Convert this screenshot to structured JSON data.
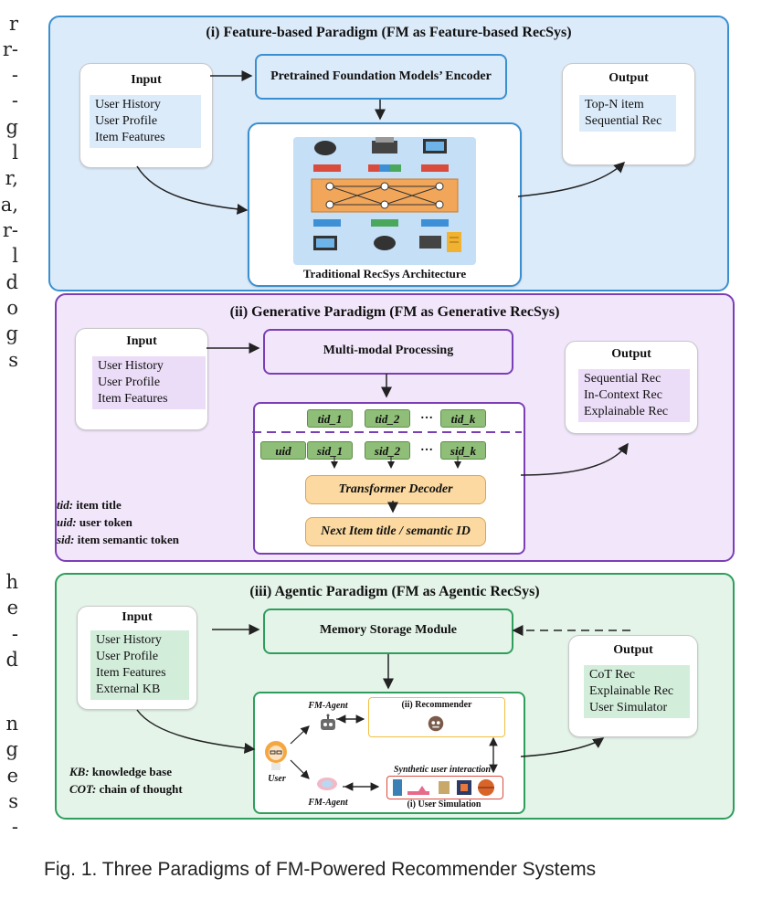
{
  "left_fragments": [
    "r",
    "r-",
    "-",
    "-",
    "g",
    "l",
    "r,",
    "a,",
    "r-",
    "l",
    "d",
    "o",
    "g",
    "s",
    "h",
    "e",
    "-",
    "d",
    "n",
    "g",
    "e",
    "s",
    "-"
  ],
  "panel1": {
    "title": "(i) Feature-based Paradigm (FM as Feature-based RecSys)",
    "input_title": "Input",
    "input_items": [
      "User History",
      "User Profile",
      "Item Features"
    ],
    "encoder_label": "Pretrained Foundation Models’ Encoder",
    "arch_label": "Traditional RecSys Architecture",
    "output_title": "Output",
    "output_items": [
      "Top-N item",
      "Sequential Rec"
    ]
  },
  "panel2": {
    "title": "(ii) Generative Paradigm (FM as Generative RecSys)",
    "input_title": "Input",
    "input_items": [
      "User History",
      "User Profile",
      "Item Features"
    ],
    "processing_label": "Multi-modal Processing",
    "tid_tokens": [
      "tid_1",
      "tid_2",
      "tid_k"
    ],
    "sid_tokens": [
      "uid",
      "sid_1",
      "sid_2",
      "sid_k"
    ],
    "ellipsis": "…",
    "decoder_label": "Transformer Decoder",
    "next_item_label": "Next Item title / semantic ID",
    "output_title": "Output",
    "output_items": [
      "Sequential Rec",
      "In-Context Rec",
      "Explainable Rec"
    ],
    "legend": [
      {
        "key": "tid:",
        "text": "item title"
      },
      {
        "key": "uid:",
        "text": "user token"
      },
      {
        "key": "sid:",
        "text": "item semantic token"
      }
    ]
  },
  "panel3": {
    "title": "(iii) Agentic Paradigm (FM as Agentic RecSys)",
    "input_title": "Input",
    "input_items": [
      "User History",
      "User Profile",
      "Item Features",
      "External KB"
    ],
    "memory_label": "Memory Storage Module",
    "fm_agent_label": "FM-Agent",
    "recommender_label": "(ii) Recommender",
    "user_label": "User",
    "synthetic_label": "Synthetic user interaction",
    "simulation_label": "(i) User Simulation",
    "output_title": "Output",
    "output_items": [
      "CoT Rec",
      "Explainable Rec",
      "User Simulator"
    ],
    "legend": [
      {
        "key": "KB:",
        "text": "knowledge base"
      },
      {
        "key": "COT:",
        "text": "chain of thought"
      }
    ]
  },
  "caption": "Fig. 1. Three Paradigms of FM-Powered Recommender Systems",
  "colors": {
    "panel1_bg": "#dcebfa",
    "panel1_border": "#3a8fd0",
    "panel2_bg": "#f2e6fb",
    "panel2_border": "#7b3fb5",
    "panel3_bg": "#e4f4e9",
    "panel3_border": "#2f9e5c",
    "token_green": "#8fbe78",
    "decoder_orange": "#fbd9a0"
  }
}
